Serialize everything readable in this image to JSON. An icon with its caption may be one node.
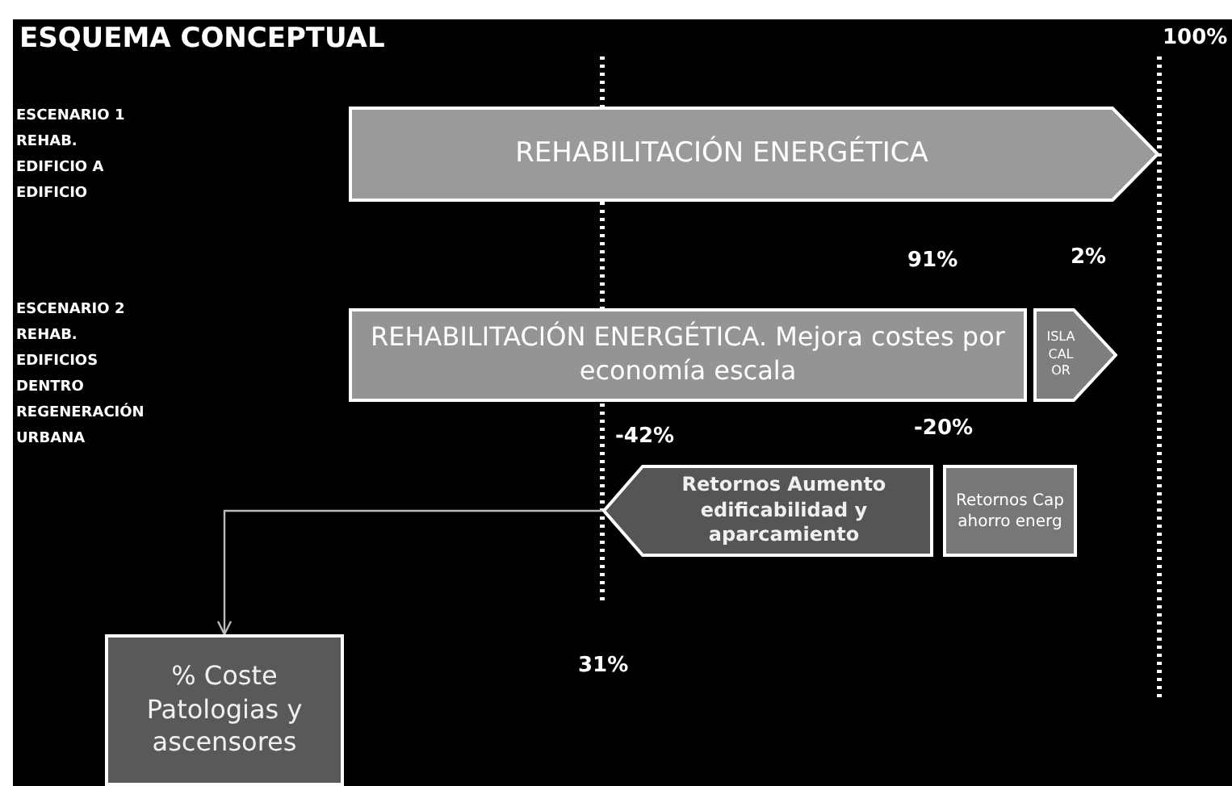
{
  "diagram": {
    "title": "ESQUEMA CONCEPTUAL",
    "nodes": [
      {
        "text": [
          "REHABILITACIÓN ENERGÉTICA"
        ]
      },
      {
        "text": [
          "REHABILITACIÓN ENERGÉTICA. Mejora costes por economía escala"
        ]
      },
      {
        "text": [
          "ISLA CAL OR"
        ]
      },
      {
        "text": [
          "Retornos Aumento edificabilidad y aparcamiento"
        ]
      },
      {
        "text": [
          "Retornos Cap ahorro energ"
        ]
      },
      {
        "text": [
          "% Coste Patologias y ascensores"
        ]
      }
    ],
    "edges": [
      {
        "from": 3,
        "to": 5,
        "arrow": "to"
      }
    ],
    "labels": [
      "100%",
      "ESCENARIO 1 REHAB. EDIFICIO A EDIFICIO",
      "91%",
      "2%",
      "ESCENARIO 2 REHAB. EDIFICIOS DENTRO REGENERACIÓN URBANA",
      "-42%",
      "-20%",
      "31%"
    ]
  }
}
